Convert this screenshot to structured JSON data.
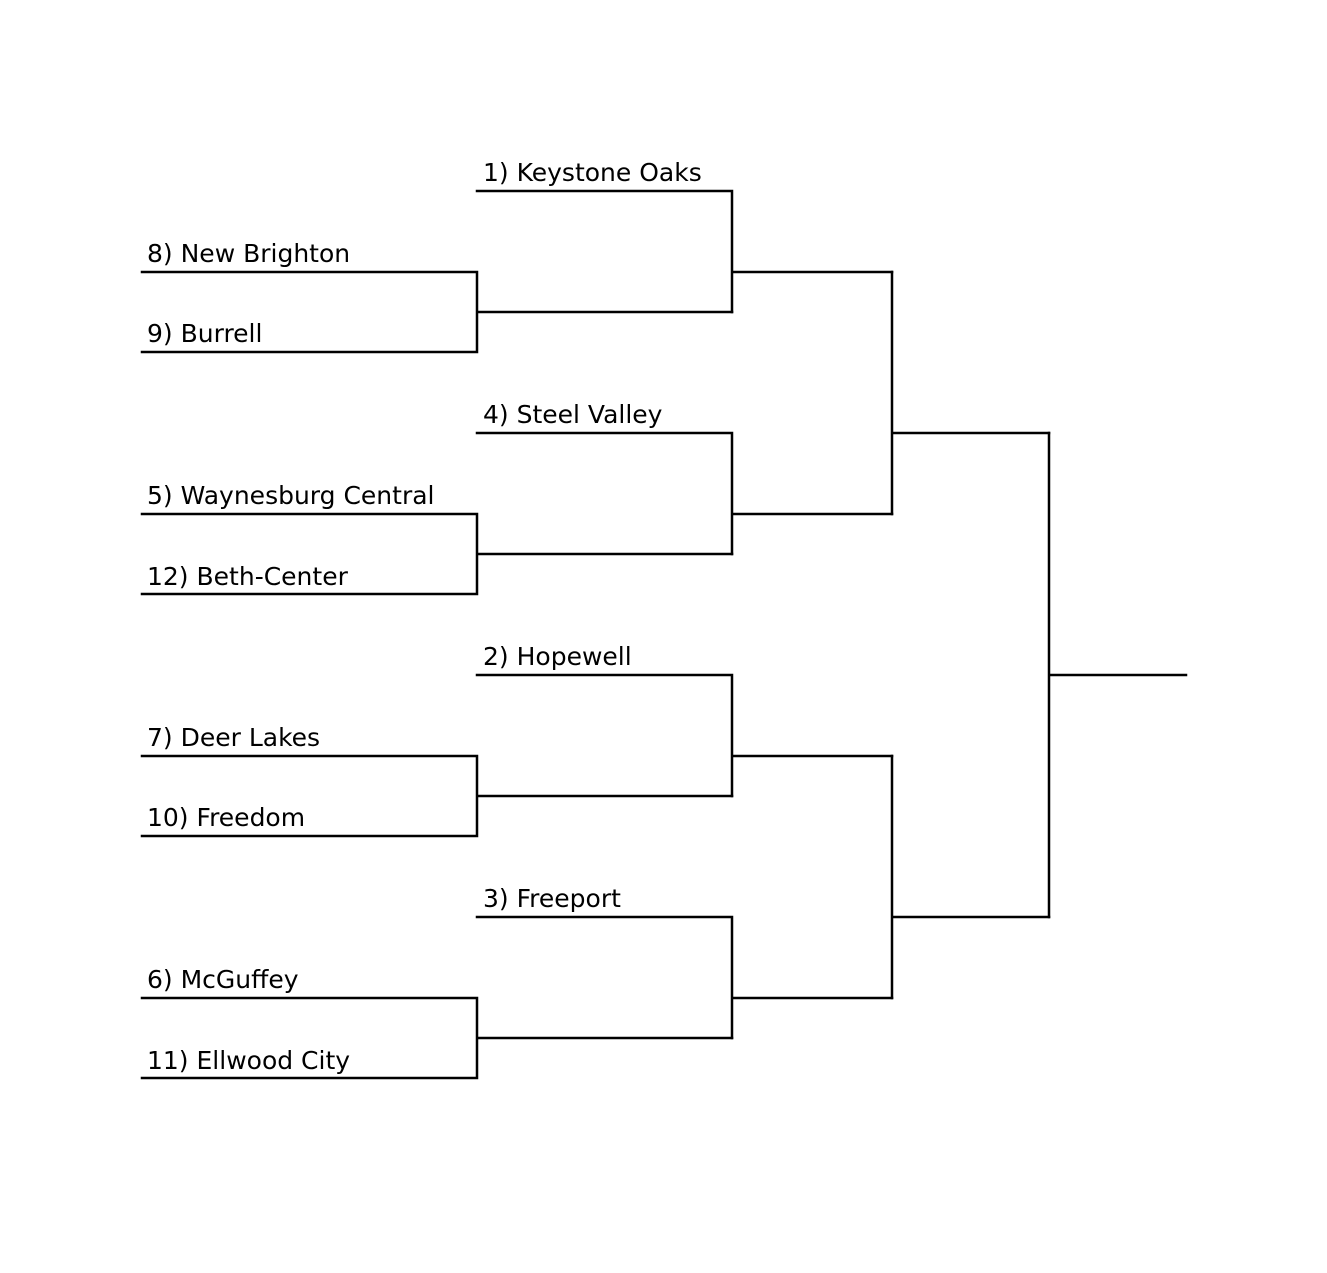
{
  "bracket": {
    "first_round": [
      {
        "top": "8) New Brighton",
        "bottom": "9) Burrell"
      },
      {
        "top": "5) Waynesburg Central",
        "bottom": "12) Beth-Center"
      },
      {
        "top": "7) Deer Lakes",
        "bottom": "10) Freedom"
      },
      {
        "top": "6) McGuffey",
        "bottom": "11) Ellwood City"
      }
    ],
    "byes": [
      "1) Keystone Oaks",
      "4) Steel Valley",
      "2) Hopewell",
      "3) Freeport"
    ]
  }
}
